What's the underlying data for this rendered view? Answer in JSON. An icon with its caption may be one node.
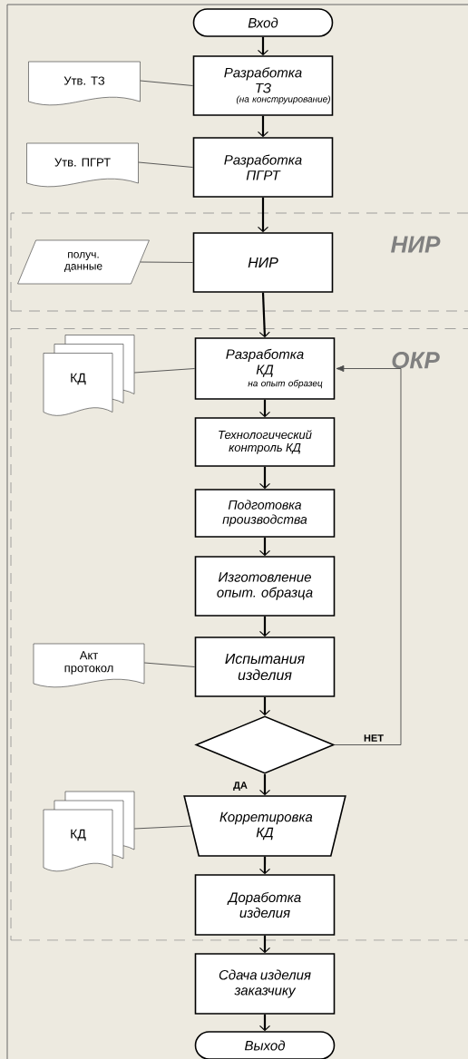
{
  "diagram": {
    "nodes": [
      {
        "text": [
          "Вход"
        ]
      },
      {
        "text": [
          "Разработка ТЗ",
          "(на конструирование)"
        ]
      },
      {
        "text": [
          "Утв. ТЗ"
        ]
      },
      {
        "text": [
          "Разработка ПГРТ"
        ]
      },
      {
        "text": [
          "Утв. ПГРТ"
        ]
      },
      {
        "text": [
          "НИР"
        ]
      },
      {
        "text": [
          "НИР"
        ],
        "in": 5
      },
      {
        "text": [
          "получ. данные"
        ],
        "in": 5
      },
      {
        "text": [
          "ОКР"
        ]
      },
      {
        "text": [
          "Разработка КД",
          "на опыт образец"
        ],
        "in": 8
      },
      {
        "text": [
          "КД"
        ],
        "in": 8
      },
      {
        "text": [
          "Технологический контроль КД"
        ],
        "in": 8
      },
      {
        "text": [
          "Подготовка производства"
        ],
        "in": 8
      },
      {
        "text": [
          "Изготовление опыт. образца"
        ],
        "in": 8
      },
      {
        "text": [
          "Испытания изделия"
        ],
        "in": 8
      },
      {
        "text": [
          "Акт протокол"
        ],
        "in": 8
      },
      {
        "text": [],
        "shape": "diamond",
        "in": 8
      },
      {
        "text": [
          "Корретировка КД"
        ],
        "in": 8
      },
      {
        "text": [
          "КД"
        ],
        "in": 8
      },
      {
        "text": [
          "Доработка изделия"
        ],
        "in": 8
      },
      {
        "text": [
          "Сдача изделия заказчику"
        ]
      },
      {
        "text": [
          "Выход"
        ]
      }
    ],
    "edges": [
      {
        "from": 0,
        "to": 1,
        "arrow": "to"
      },
      {
        "from": 2,
        "to": 1,
        "arrow": "none",
        "color": "#4a4a4a"
      },
      {
        "from": 1,
        "to": 3,
        "arrow": "to"
      },
      {
        "from": 4,
        "to": 3,
        "arrow": "none",
        "color": "#4a4a4a"
      },
      {
        "from": 3,
        "to": 6,
        "arrow": "to"
      },
      {
        "from": 7,
        "to": 6,
        "arrow": "none",
        "color": "#4a4a4a"
      },
      {
        "from": 6,
        "to": 9,
        "arrow": "to"
      },
      {
        "from": 10,
        "to": 9,
        "arrow": "none",
        "color": "#4a4a4a"
      },
      {
        "from": 9,
        "to": 11,
        "arrow": "to"
      },
      {
        "from": 11,
        "to": 12,
        "arrow": "to"
      },
      {
        "from": 12,
        "to": 13,
        "arrow": "to"
      },
      {
        "from": 13,
        "to": 14,
        "arrow": "to"
      },
      {
        "from": 15,
        "to": 14,
        "arrow": "none",
        "color": "#4a4a4a"
      },
      {
        "from": 14,
        "to": 16,
        "arrow": "to"
      },
      {
        "from": 16,
        "to": 9,
        "arrow": "to",
        "label": "НЕТ",
        "color": "#4a4a4a"
      },
      {
        "from": 16,
        "to": 17,
        "arrow": "to",
        "label": "ДА"
      },
      {
        "from": 18,
        "to": 17,
        "arrow": "none",
        "color": "#4a4a4a"
      },
      {
        "from": 17,
        "to": 19,
        "arrow": "to"
      },
      {
        "from": 19,
        "to": 20,
        "arrow": "to"
      },
      {
        "from": 20,
        "to": 21,
        "arrow": "to"
      }
    ]
  }
}
